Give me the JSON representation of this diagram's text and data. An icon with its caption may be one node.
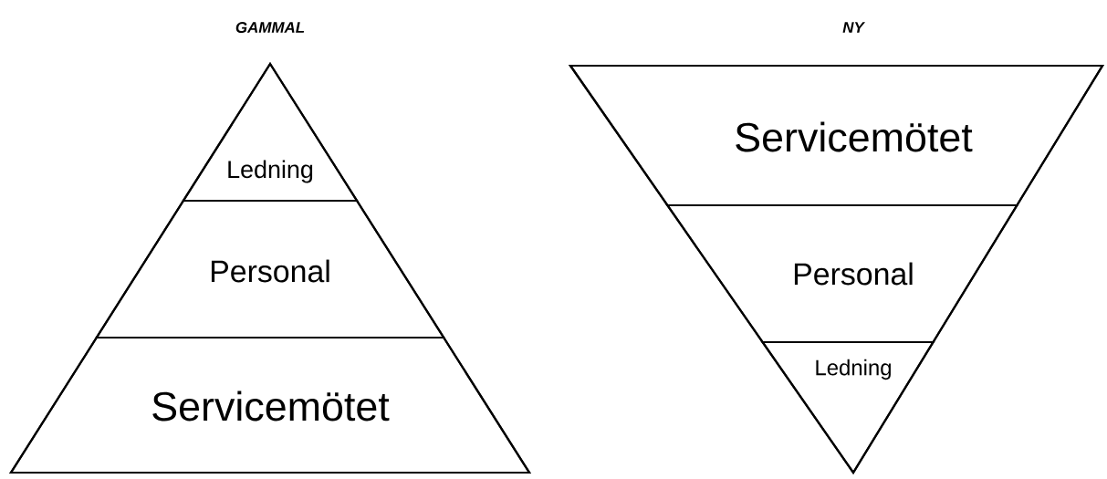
{
  "diagram": {
    "nodes": [
      {
        "text": [
          "GAMMAL"
        ]
      },
      {
        "text": [
          "Ledning"
        ],
        "in": 0
      },
      {
        "text": [
          "Personal"
        ],
        "in": 0
      },
      {
        "text": [
          "Servicemötet"
        ],
        "in": 0
      },
      {
        "text": [
          "NY"
        ]
      },
      {
        "text": [
          "Servicemötet"
        ],
        "in": 4
      },
      {
        "text": [
          "Personal"
        ],
        "in": 4
      },
      {
        "text": [
          "Ledning"
        ],
        "in": 4
      }
    ]
  }
}
